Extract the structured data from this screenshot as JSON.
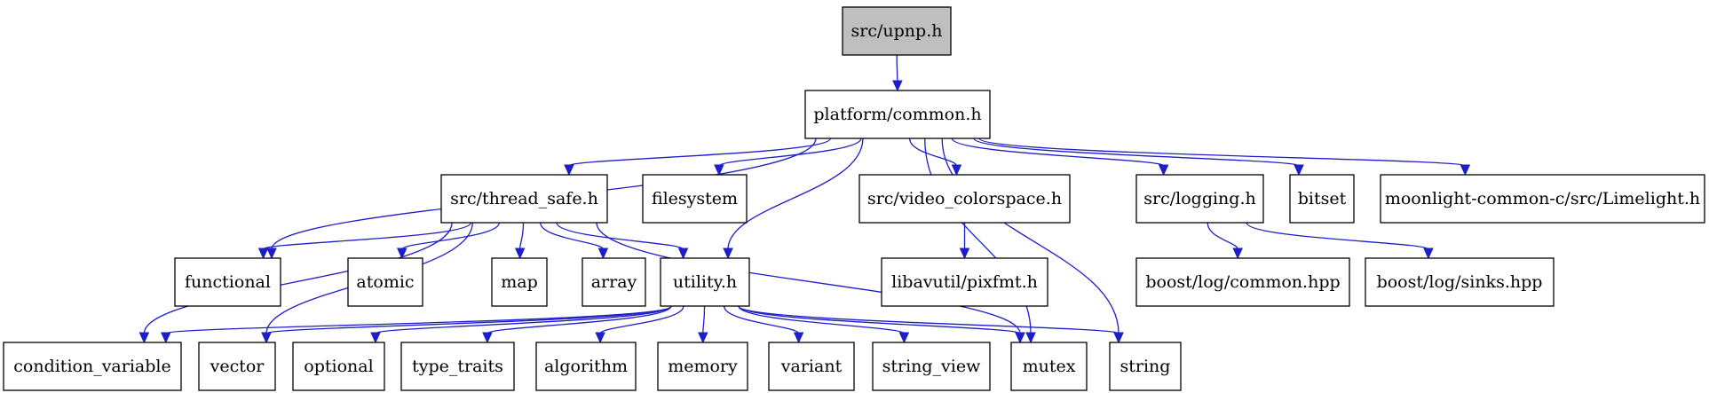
{
  "graph": {
    "nodes": [
      {
        "id": "upnp",
        "label": "src/upnp.h",
        "root": true
      },
      {
        "id": "platform",
        "label": "platform/common.h"
      },
      {
        "id": "thread_safe",
        "label": "src/thread_safe.h"
      },
      {
        "id": "filesystem",
        "label": "filesystem"
      },
      {
        "id": "video_colorspace",
        "label": "src/video_colorspace.h"
      },
      {
        "id": "logging",
        "label": "src/logging.h"
      },
      {
        "id": "bitset",
        "label": "bitset"
      },
      {
        "id": "limelight",
        "label": "moonlight-common-c/src/Limelight.h"
      },
      {
        "id": "functional",
        "label": "functional"
      },
      {
        "id": "atomic",
        "label": "atomic"
      },
      {
        "id": "map",
        "label": "map"
      },
      {
        "id": "array",
        "label": "array"
      },
      {
        "id": "utility",
        "label": "utility.h"
      },
      {
        "id": "pixfmt",
        "label": "libavutil/pixfmt.h"
      },
      {
        "id": "boost_common",
        "label": "boost/log/common.hpp"
      },
      {
        "id": "boost_sinks",
        "label": "boost/log/sinks.hpp"
      },
      {
        "id": "condition_variable",
        "label": "condition_variable"
      },
      {
        "id": "vector",
        "label": "vector"
      },
      {
        "id": "optional",
        "label": "optional"
      },
      {
        "id": "type_traits",
        "label": "type_traits"
      },
      {
        "id": "algorithm",
        "label": "algorithm"
      },
      {
        "id": "memory",
        "label": "memory"
      },
      {
        "id": "variant",
        "label": "variant"
      },
      {
        "id": "string_view",
        "label": "string_view"
      },
      {
        "id": "mutex",
        "label": "mutex"
      },
      {
        "id": "string",
        "label": "string"
      }
    ],
    "edges": [
      [
        "upnp",
        "platform"
      ],
      [
        "platform",
        "functional"
      ],
      [
        "platform",
        "thread_safe"
      ],
      [
        "platform",
        "filesystem"
      ],
      [
        "platform",
        "utility"
      ],
      [
        "platform",
        "mutex"
      ],
      [
        "platform",
        "video_colorspace"
      ],
      [
        "platform",
        "string"
      ],
      [
        "platform",
        "logging"
      ],
      [
        "platform",
        "bitset"
      ],
      [
        "platform",
        "limelight"
      ],
      [
        "thread_safe",
        "functional"
      ],
      [
        "thread_safe",
        "condition_variable"
      ],
      [
        "thread_safe",
        "atomic"
      ],
      [
        "thread_safe",
        "vector"
      ],
      [
        "thread_safe",
        "map"
      ],
      [
        "thread_safe",
        "array"
      ],
      [
        "thread_safe",
        "utility"
      ],
      [
        "thread_safe",
        "mutex"
      ],
      [
        "video_colorspace",
        "pixfmt"
      ],
      [
        "logging",
        "boost_common"
      ],
      [
        "logging",
        "boost_sinks"
      ],
      [
        "utility",
        "condition_variable"
      ],
      [
        "utility",
        "vector"
      ],
      [
        "utility",
        "optional"
      ],
      [
        "utility",
        "type_traits"
      ],
      [
        "utility",
        "algorithm"
      ],
      [
        "utility",
        "memory"
      ],
      [
        "utility",
        "variant"
      ],
      [
        "utility",
        "string_view"
      ],
      [
        "utility",
        "mutex"
      ],
      [
        "utility",
        "string"
      ]
    ]
  }
}
